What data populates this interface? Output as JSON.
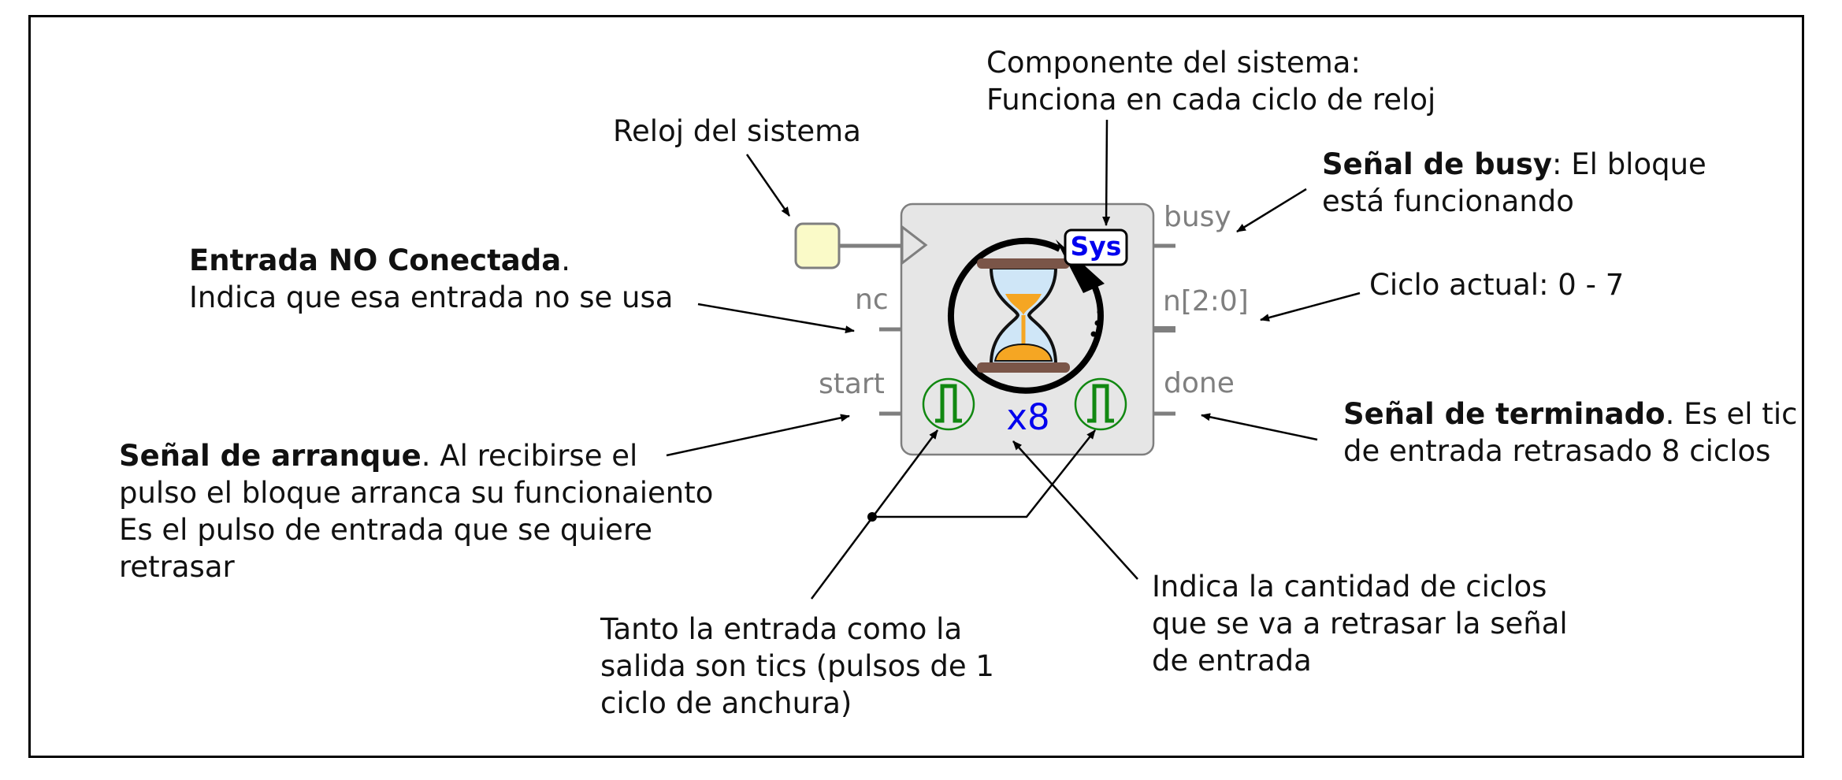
{
  "block": {
    "sys_badge": "Sys",
    "multiplier": "x8",
    "pins": {
      "input_nc": "nc",
      "input_start": "start",
      "output_busy": "busy",
      "output_n": "n[2:0]",
      "output_done": "done"
    },
    "icons": [
      "hourglass-icon",
      "clock-cycle-arrow-icon",
      "pulse-icon",
      "clock-triangle-icon"
    ],
    "colors": {
      "block_fill": "#e6e6e6",
      "sys_text": "#0000ee",
      "multiplier_text": "#0000ee",
      "pulse_icon": "#118811",
      "clock_port_fill": "#fafac8",
      "pin_label": "#7f7f7f",
      "hourglass_sand": "#f5a623",
      "hourglass_glass": "#cfe6f7",
      "hourglass_frame": "#7a5548"
    }
  },
  "annotations": {
    "clock": "Reloj del sistema",
    "sys_line1": "Componente del sistema:",
    "sys_line2": "Funciona en cada ciclo de reloj",
    "nc_bold": "Entrada NO Conectada",
    "nc_rest": ".",
    "nc_line2": "Indica que esa entrada no se usa",
    "start_bold": "Señal de arranque",
    "start_rest": ". Al recibirse el",
    "start_line2": "pulso el bloque arranca su funcionaiento",
    "start_line3": "Es el pulso de entrada que se quiere",
    "start_line4": "retrasar",
    "busy_bold": "Señal de busy",
    "busy_rest": ": El bloque",
    "busy_line2": "está funcionando",
    "n_text": "Ciclo actual: 0 - 7",
    "done_bold": "Señal de terminado",
    "done_rest": ". Es el tic",
    "done_line2": "de entrada retrasado 8 ciclos",
    "tics_line1": "Tanto la entrada como la",
    "tics_line2": "salida son tics (pulsos de 1",
    "tics_line3": "ciclo de anchura)",
    "cycles_line1": "Indica la cantidad de ciclos",
    "cycles_line2": "que se va a retrasar la señal",
    "cycles_line3": "de entrada"
  }
}
